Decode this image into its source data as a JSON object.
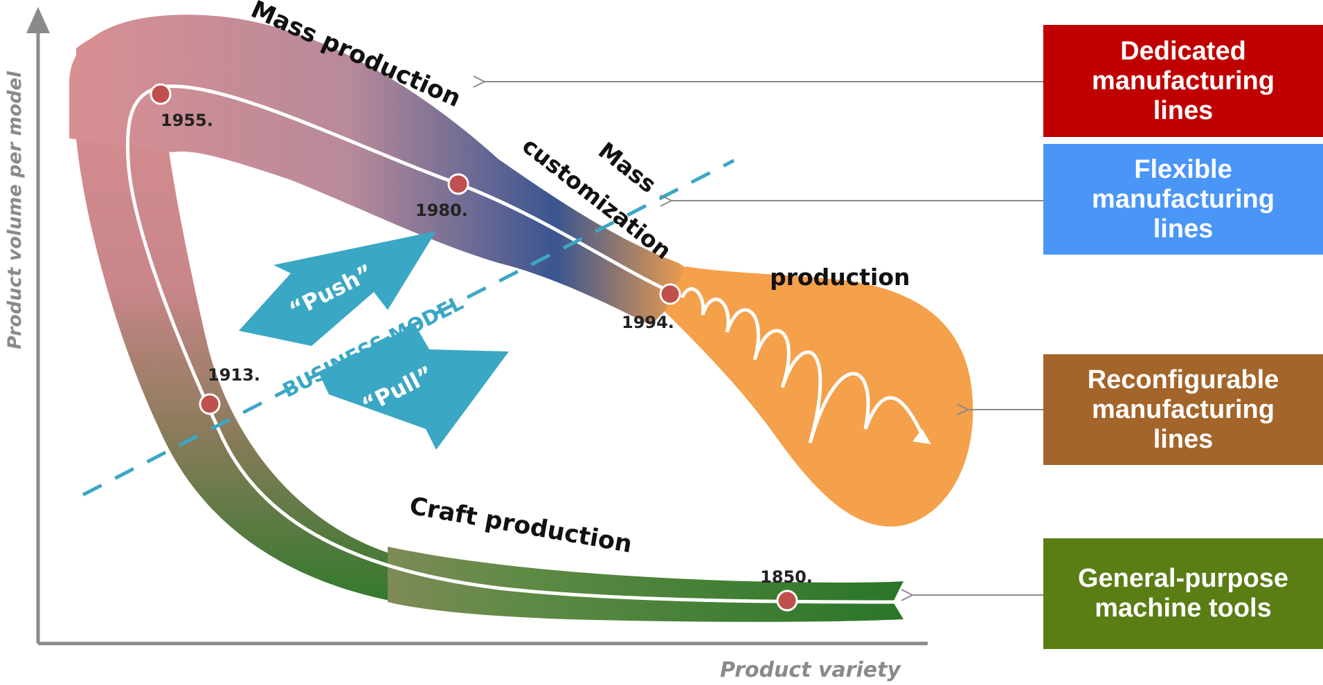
{
  "axes": {
    "y_label": "Product volume per model",
    "x_label": "Product variety"
  },
  "stages": {
    "mass": "Mass production",
    "customization_top": "Mass",
    "customization_bottom": "customization",
    "personalized": "production",
    "craft": "Craft production"
  },
  "years": {
    "y1955": "1955.",
    "y1980": "1980.",
    "y1994": "1994.",
    "y1913": "1913.",
    "y1850": "1850."
  },
  "business_model": {
    "label": "BUSINESS MODEL",
    "push": "“Push”",
    "pull": "“Pull”"
  },
  "boxes": {
    "dedicated": {
      "line1": "Dedicated",
      "line2": "manufacturing",
      "line3": "lines",
      "color": "#c00000"
    },
    "flexible": {
      "line1": "Flexible",
      "line2": "manufacturing",
      "line3": "lines",
      "color": "#4a96f7"
    },
    "reconfigurable": {
      "line1": "Reconfigurable",
      "line2": "manufacturing",
      "line3": "lines",
      "color": "#a3652a"
    },
    "general": {
      "line1": "General-purpose",
      "line2": "machine tools",
      "color": "#5a7d14"
    }
  },
  "colors": {
    "mass": "#d98f92",
    "customization": "#3a5590",
    "personalization": "#f5a04a",
    "craft": "#2f7a2c",
    "business_model": "#3aa7c4",
    "marker": "#c0504d",
    "axis": "#8a8a8a"
  }
}
